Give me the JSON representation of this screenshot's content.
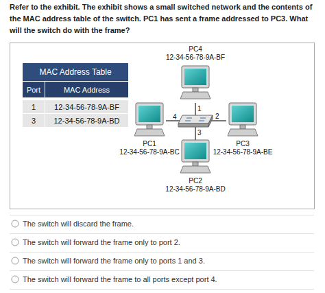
{
  "diagram": {
    "title": "Refer to the exhibit. The exhibit shows a small switched network and the contents of the MAC address table of the switch. PC1 has sent a frame addressed to PC3. What will the switch do with the frame?",
    "nodes": [
      {
        "text": [
          "PC4",
          "12-34-56-78-9A-BF"
        ]
      },
      {
        "text": [
          "PC1",
          "12-34-56-78-9A-BC"
        ]
      },
      {
        "text": [
          "PC3",
          "12-34-56-78-9A-BE"
        ]
      },
      {
        "text": [
          "PC2",
          "12-34-56-78-9A-BD"
        ]
      }
    ],
    "labels": [
      "MAC Address Table",
      "Port",
      "MAC Address",
      "1",
      "12-34-56-78-9A-BF",
      "3",
      "12-34-56-78-9A-BD",
      "4",
      "1",
      "2",
      "3",
      "The switch will discard the frame.",
      "The switch will forward the frame only to port 2.",
      "The switch will forward the frame only to ports 1 and 3.",
      "The switch will forward the frame to all ports except port 4."
    ]
  }
}
